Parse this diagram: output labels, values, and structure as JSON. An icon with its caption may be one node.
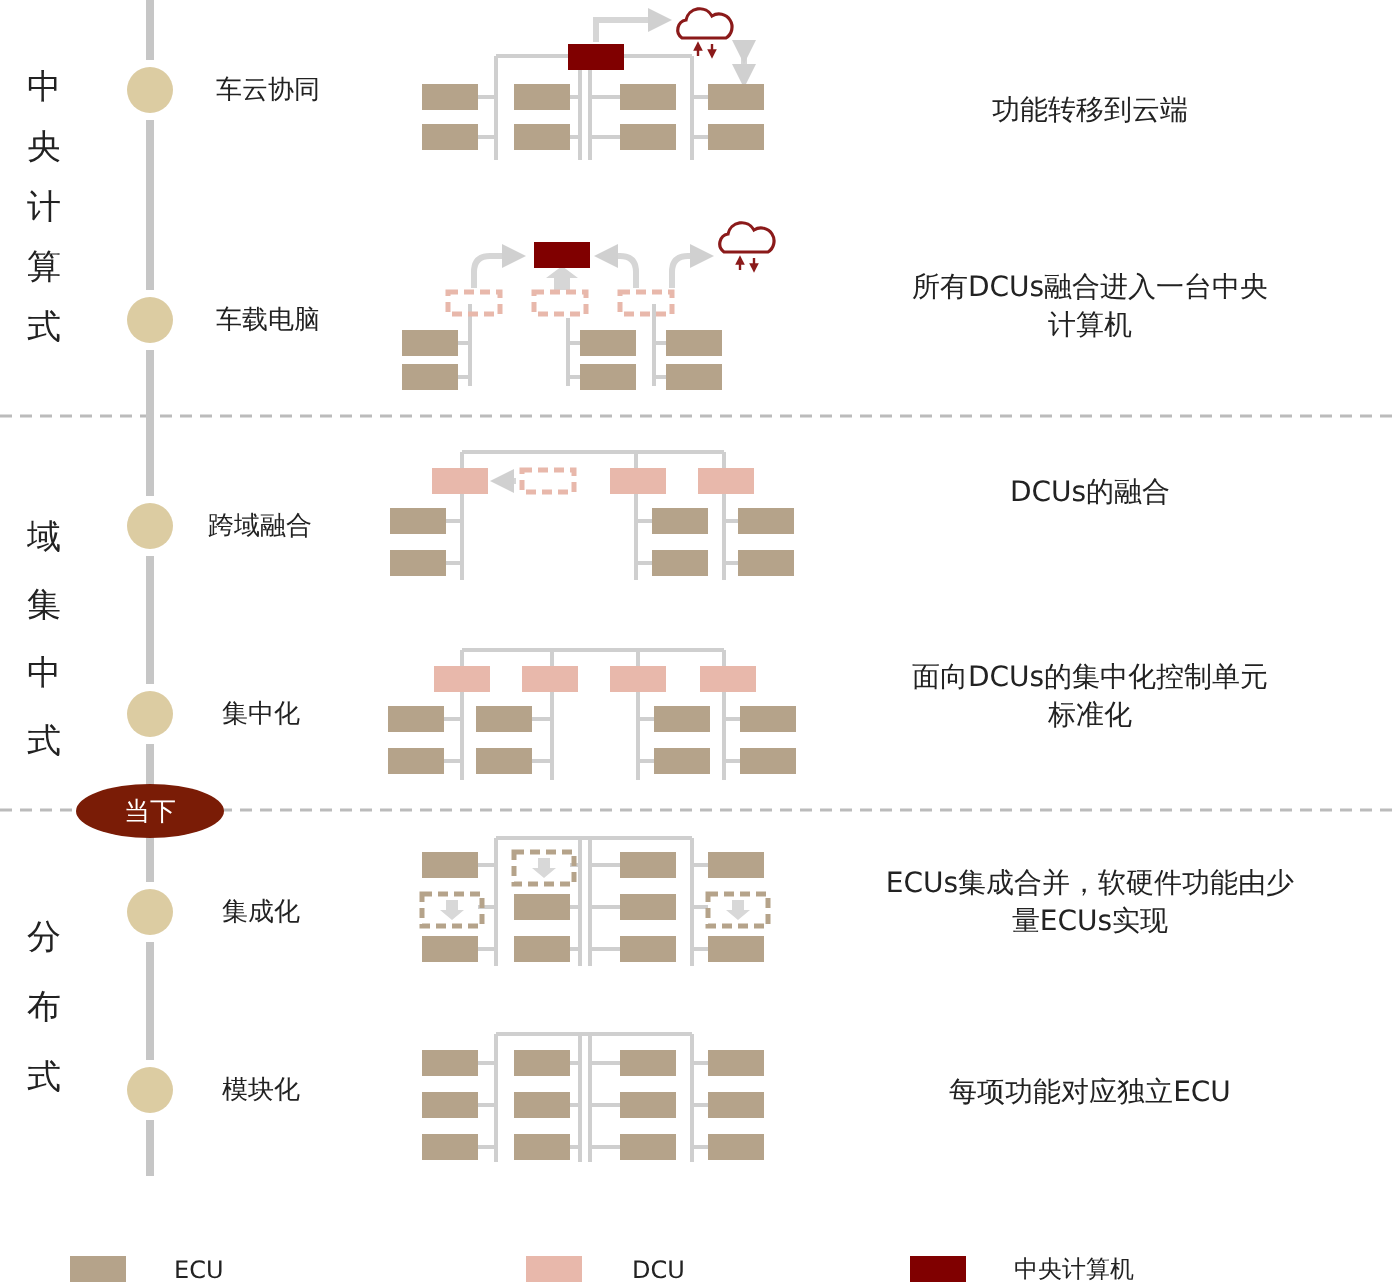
{
  "diagram": {
    "nodes": [
      {
        "text": [
          "当下"
        ]
      }
    ],
    "labels": [
      "中央计算式",
      "车云协同",
      "功能转移到云端",
      "车载电脑",
      "所有DCUs融合进入一台中央计算机",
      "域集中式",
      "跨域融合",
      "DCUs的融合",
      "集中化",
      "面向DCUs的集中化控制单元标准化",
      "分布式",
      "集成化",
      "ECUs集成合并，软硬件功能由少量ECUs实现",
      "模块化",
      "每项功能对应独立ECU"
    ],
    "legend": [
      {
        "text": "ECU",
        "color": "#b5a38a"
      },
      {
        "text": "DCU",
        "color": "#e8b8ab"
      },
      {
        "text": "中央计算机",
        "color": "#800000"
      }
    ]
  }
}
